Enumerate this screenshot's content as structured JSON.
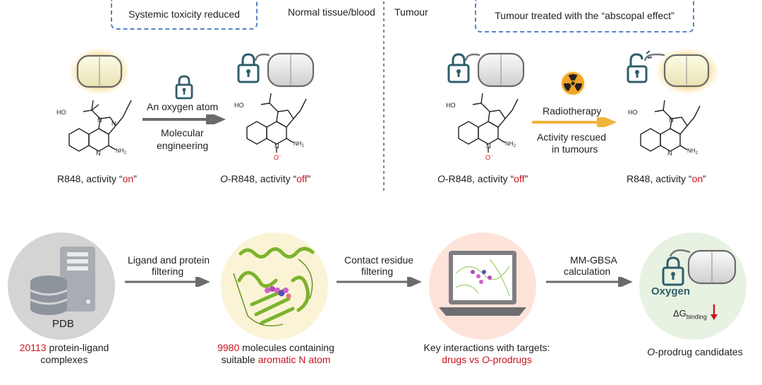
{
  "top": {
    "box_left": "Systemic toxicity reduced",
    "normal_label": "Normal tissue/blood",
    "tumour_label": "Tumour",
    "box_right": "Tumour treated with the “abscopal effect”",
    "arrow1_top": "An oxygen atom",
    "arrow1_bottom_1": "Molecular",
    "arrow1_bottom_2": "engineering",
    "arrow2_top": "Radiotherapy",
    "arrow2_bottom_1": "Activity rescued",
    "arrow2_bottom_2": "in tumours",
    "cap1_prefix": "R848, activity “",
    "cap1_state": "on",
    "cap1_suffix": "”",
    "cap2_o": "O",
    "cap2_prefix": "-R848, activity “",
    "cap2_state": "off",
    "cap2_suffix": "”",
    "cap3_o": "O",
    "cap3_prefix": "-R848, activity “",
    "cap3_state": "off",
    "cap3_suffix": "”",
    "cap4_prefix": "R848, activity “",
    "cap4_state": "on",
    "cap4_suffix": "”",
    "mol": {
      "ho": "HO",
      "n": "N",
      "nh2": "NH",
      "nh2_sub": "2",
      "o_minus": "O",
      "o_sup": "−"
    }
  },
  "bottom": {
    "pdb_label": "PDB",
    "step1_label_1": "Ligand and protein",
    "step1_label_2": "filtering",
    "step2_label_1": "Contact residue",
    "step2_label_2": "filtering",
    "step3_label_1": "MM-GBSA",
    "step3_label_2": "calculation",
    "oxygen_label": "Oxygen",
    "delta_g": "ΔG",
    "delta_g_sub": "binding",
    "cap1_num": "20113",
    "cap1_rest": " protein-ligand",
    "cap1_line2": "complexes",
    "cap2_num": "9980",
    "cap2_rest": " molecules containing",
    "cap2_line2_a": "suitable ",
    "cap2_line2_b": "aromatic N atom",
    "cap3_line1": "Key interactions with targets:",
    "cap3_line2_a": "drugs vs ",
    "cap3_line2_o": "O",
    "cap3_line2_b": "-prodrugs",
    "cap4_o": "O",
    "cap4_rest": "-prodrug candidates"
  },
  "colors": {
    "dash_blue": "#5b82c4",
    "red": "#c8141e",
    "arrow_gray": "#6b6b6b",
    "arrow_gold": "#f0b43c",
    "lock_teal": "#2f5d6b"
  }
}
